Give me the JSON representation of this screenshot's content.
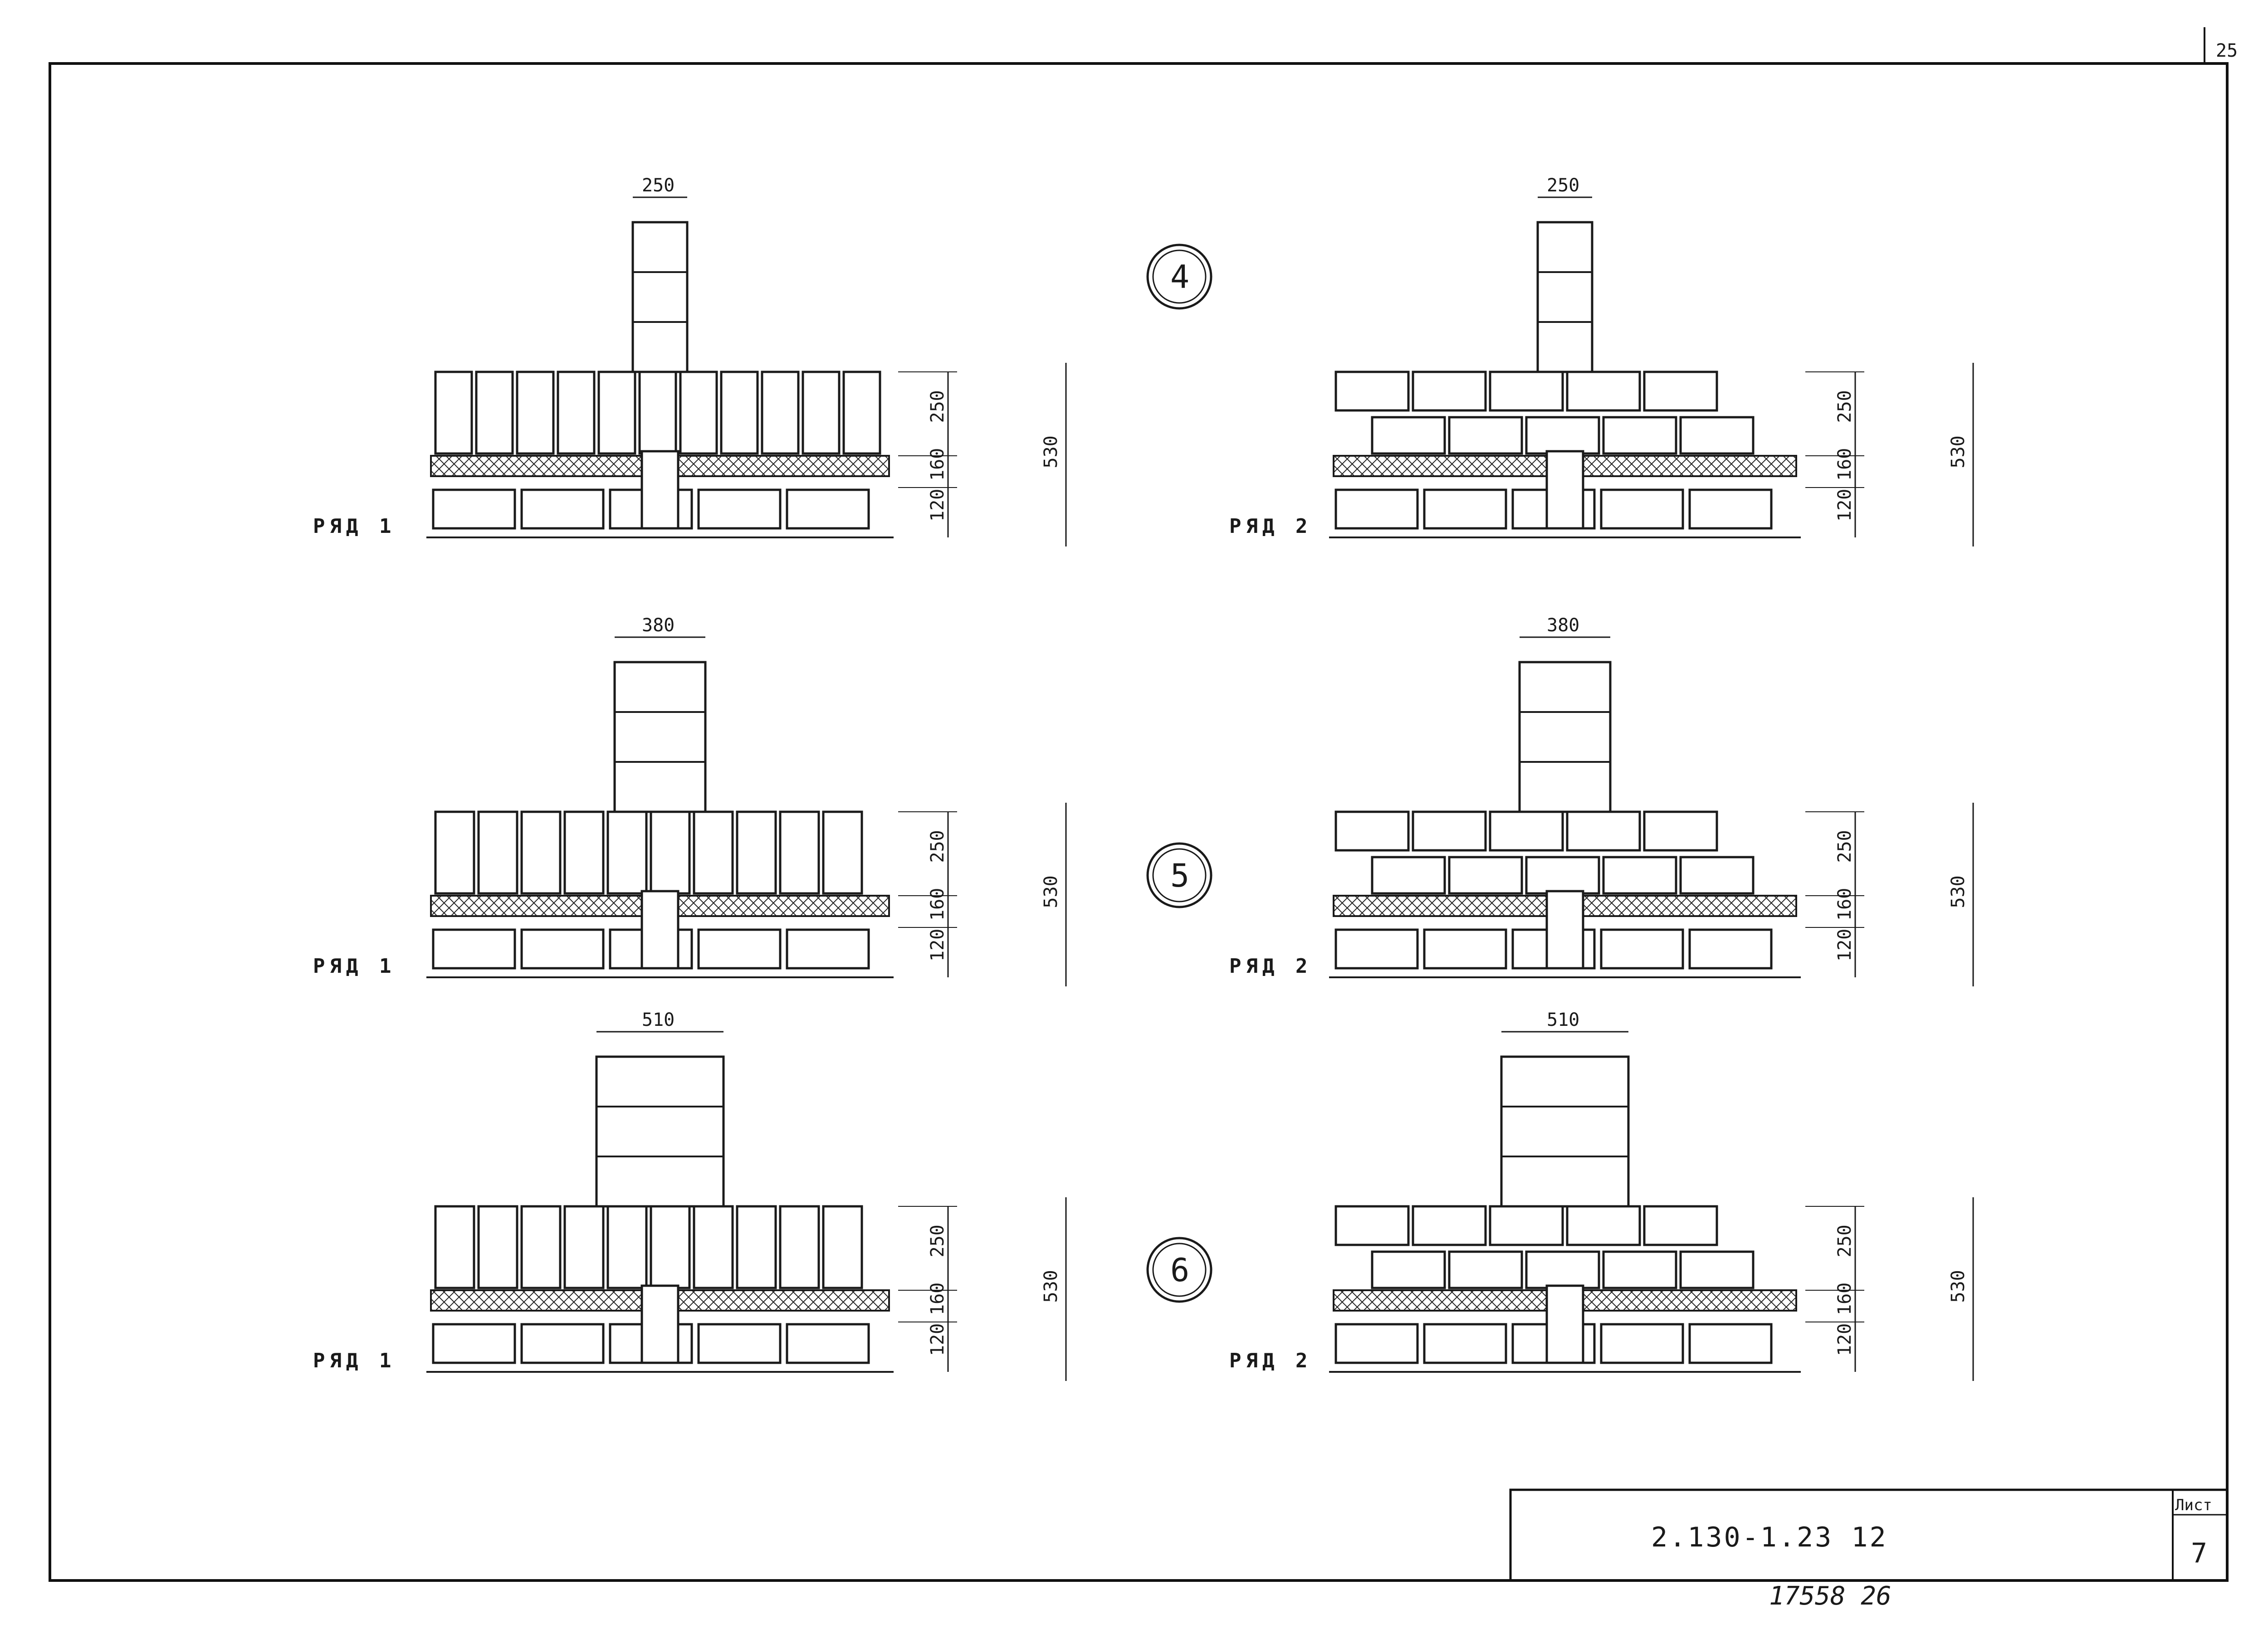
{
  "sheet_number_top": "25",
  "details": [
    {
      "marker": "4",
      "width_label": "250",
      "row_labels": [
        "РЯД 1",
        "РЯД 2"
      ],
      "layer_dims": [
        "250",
        "160",
        "120"
      ],
      "total_dim": "530"
    },
    {
      "marker": "5",
      "width_label": "380",
      "row_labels": [
        "РЯД 1",
        "РЯД 2"
      ],
      "layer_dims": [
        "250",
        "160",
        "120"
      ],
      "total_dim": "530"
    },
    {
      "marker": "6",
      "width_label": "510",
      "row_labels": [
        "РЯД 1",
        "РЯД 2"
      ],
      "layer_dims": [
        "250",
        "160",
        "120"
      ],
      "total_dim": "530"
    }
  ],
  "title_block": {
    "designation": "2.130-1.23 12",
    "sheet_label": "Лист",
    "sheet_value": "7"
  },
  "footer_note": "17558  26"
}
